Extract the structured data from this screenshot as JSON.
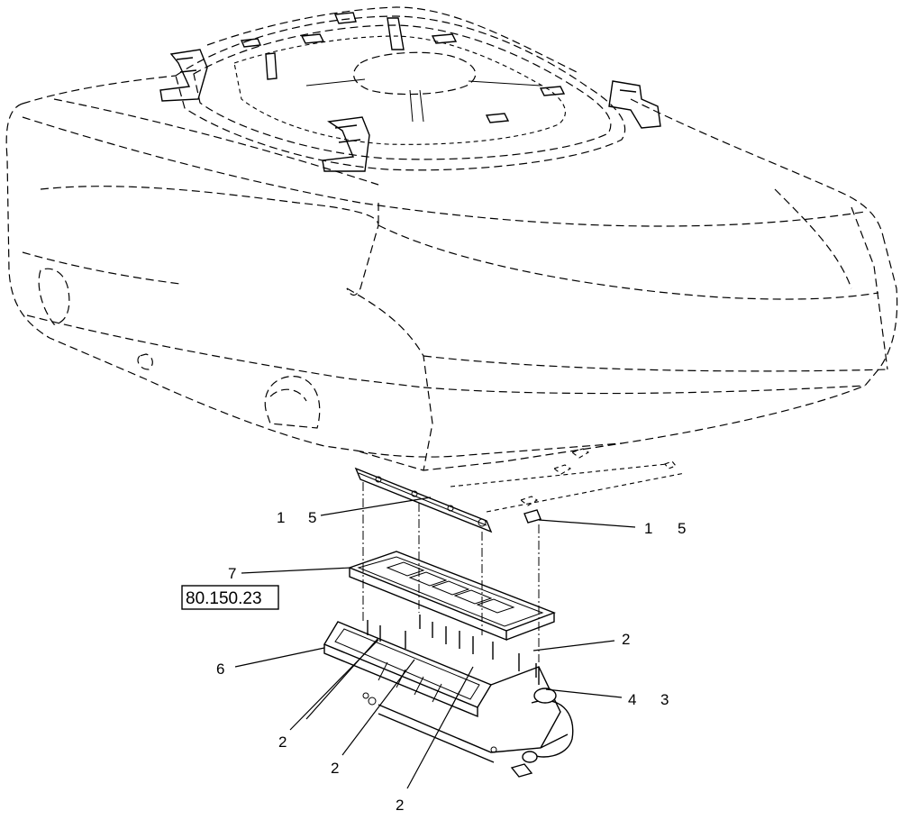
{
  "drawing": {
    "reference_box": "80.150.23",
    "callouts": [
      {
        "id": "c1a",
        "text": "1"
      },
      {
        "id": "c5a",
        "text": "5"
      },
      {
        "id": "c1b",
        "text": "1"
      },
      {
        "id": "c5b",
        "text": "5"
      },
      {
        "id": "c7",
        "text": "7"
      },
      {
        "id": "c2a",
        "text": "2"
      },
      {
        "id": "c6",
        "text": "6"
      },
      {
        "id": "c4",
        "text": "4"
      },
      {
        "id": "c3",
        "text": "3"
      },
      {
        "id": "c2b",
        "text": "2"
      },
      {
        "id": "c2c",
        "text": "2"
      },
      {
        "id": "c2d",
        "text": "2"
      }
    ]
  }
}
